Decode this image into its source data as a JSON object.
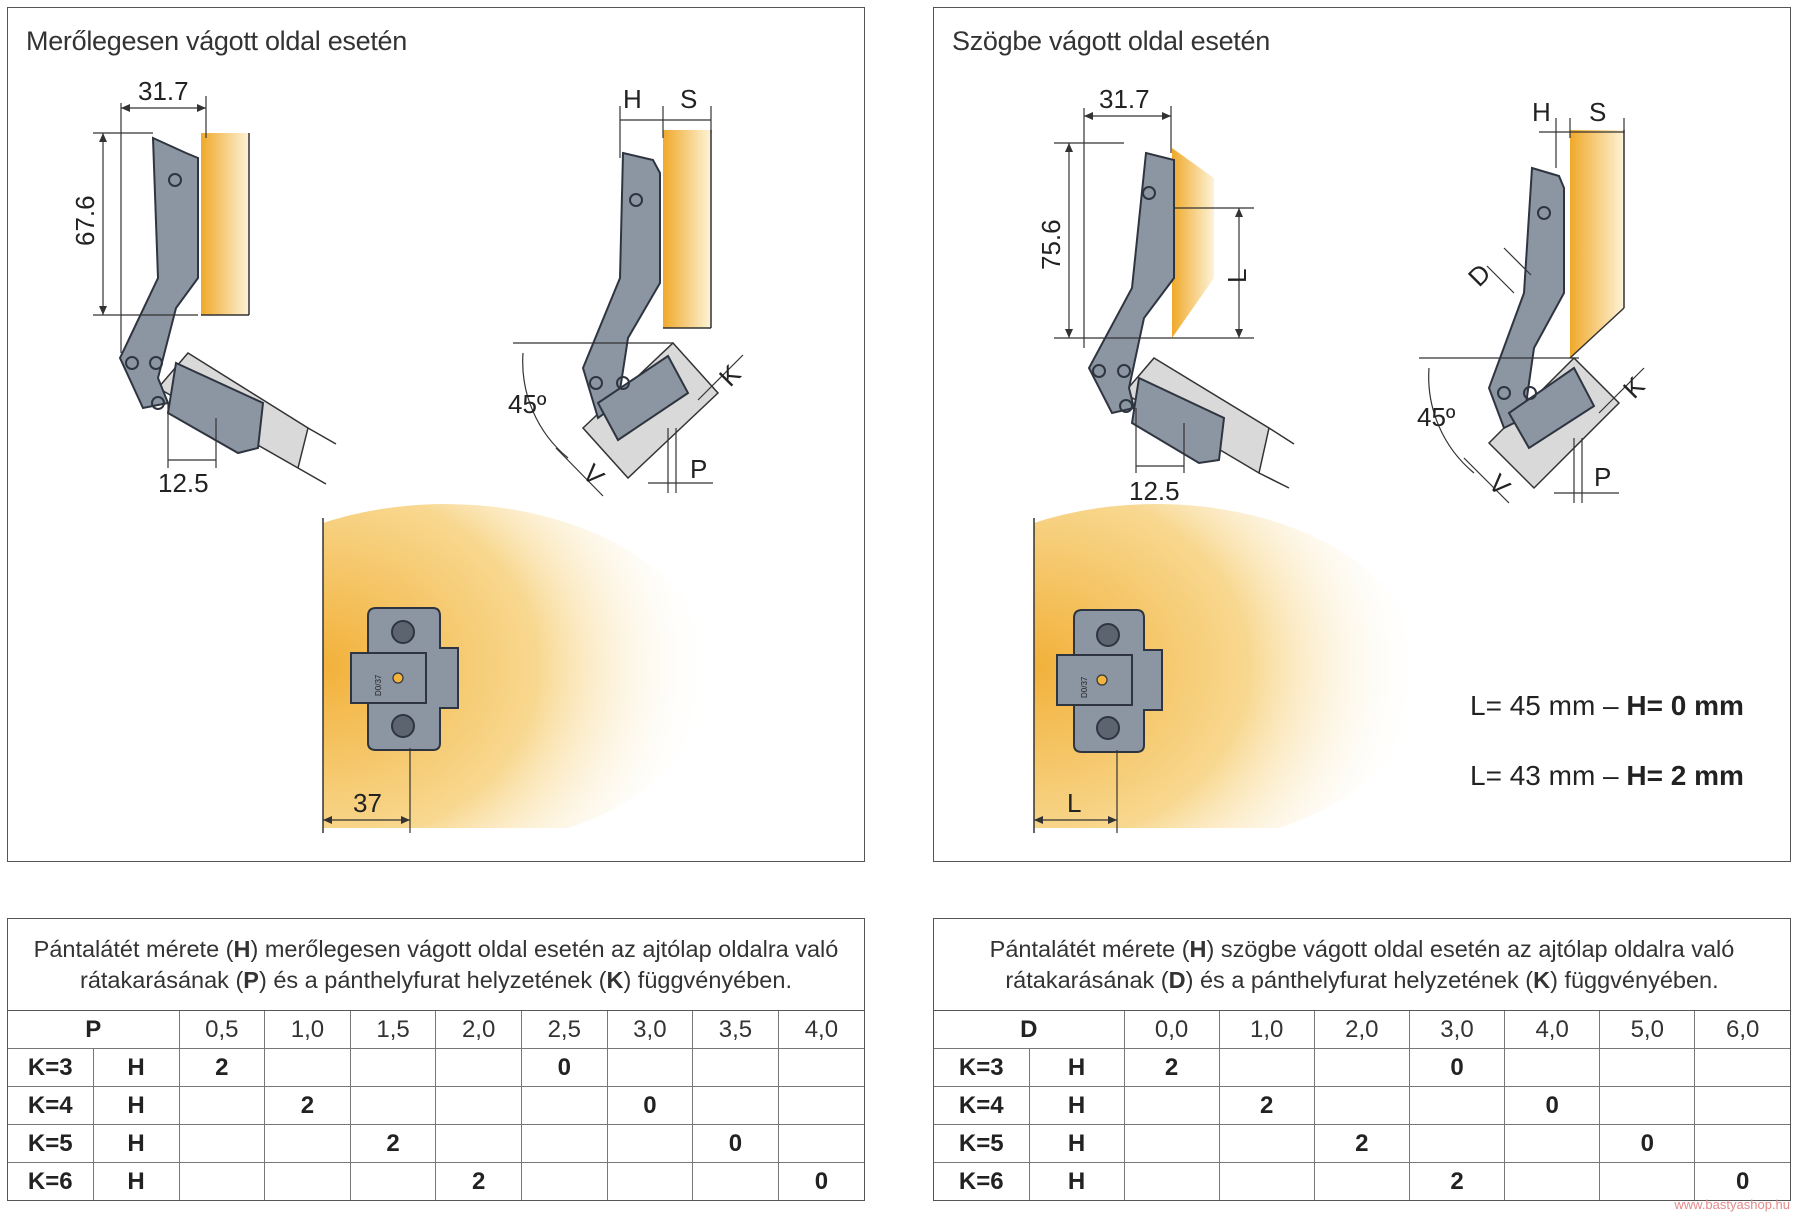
{
  "left_panel": {
    "title": "Merőlegesen vágott oldal esetén",
    "dims": {
      "width": "31.7",
      "height": "67.6",
      "offset": "12.5",
      "plate": "37",
      "angle": "45º",
      "H": "H",
      "S": "S",
      "K": "K",
      "V": "V",
      "P": "P"
    }
  },
  "right_panel": {
    "title": "Szögbe vágott oldal esetén",
    "dims": {
      "width": "31.7",
      "height": "75.6",
      "offset": "12.5",
      "plate": "L",
      "L": "L",
      "D": "D",
      "angle": "45º",
      "H": "H",
      "S": "S",
      "K": "K",
      "V": "V",
      "P": "P"
    },
    "formula1": {
      "text": "L= 45 mm – ",
      "bold": "H= 0 mm"
    },
    "formula2": {
      "text": "L= 43 mm – ",
      "bold": "H= 2 mm"
    }
  },
  "plate_text": "D0/37",
  "colors": {
    "wood": "#f2b43a",
    "metal": "#8c96a3",
    "metal_dark": "#2f3540"
  },
  "table_left": {
    "caption_parts": [
      "Pántalátét mérete (",
      "H",
      ") merőlegesen vágott oldal esetén az ajtólap oldalra való",
      "rátakarásának (",
      "P",
      ") és a pánthelyfurat helyzetének (",
      "K",
      ") függvényében."
    ],
    "header_label": "P",
    "headers": [
      "0,5",
      "1,0",
      "1,5",
      "2,0",
      "2,5",
      "3,0",
      "3,5",
      "4,0"
    ],
    "row_h_label": "H",
    "rows": [
      {
        "k": "K=3",
        "cells": [
          "2",
          "",
          "",
          "",
          "0",
          "",
          "",
          ""
        ]
      },
      {
        "k": "K=4",
        "cells": [
          "",
          "2",
          "",
          "",
          "",
          "0",
          "",
          ""
        ]
      },
      {
        "k": "K=5",
        "cells": [
          "",
          "",
          "2",
          "",
          "",
          "",
          "0",
          ""
        ]
      },
      {
        "k": "K=6",
        "cells": [
          "",
          "",
          "",
          "2",
          "",
          "",
          "",
          "0"
        ]
      }
    ]
  },
  "table_right": {
    "caption_parts": [
      "Pántalátét mérete (",
      "H",
      ") szögbe vágott oldal esetén az ajtólap oldalra való",
      "rátakarásának (",
      "D",
      ") és a pánthelyfurat helyzetének (",
      "K",
      ") függvényében."
    ],
    "header_label": "D",
    "headers": [
      "0,0",
      "1,0",
      "2,0",
      "3,0",
      "4,0",
      "5,0",
      "6,0"
    ],
    "row_h_label": "H",
    "rows": [
      {
        "k": "K=3",
        "cells": [
          "2",
          "",
          "",
          "0",
          "",
          "",
          ""
        ]
      },
      {
        "k": "K=4",
        "cells": [
          "",
          "2",
          "",
          "",
          "0",
          "",
          ""
        ]
      },
      {
        "k": "K=5",
        "cells": [
          "",
          "",
          "2",
          "",
          "",
          "0",
          ""
        ]
      },
      {
        "k": "K=6",
        "cells": [
          "",
          "",
          "",
          "2",
          "",
          "",
          "0"
        ]
      }
    ]
  },
  "watermark": "www.bastyashop.hu"
}
